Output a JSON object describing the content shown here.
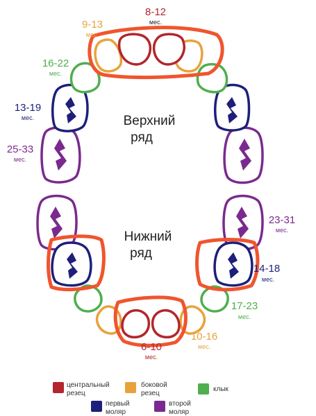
{
  "colors": {
    "central": "#b3262c",
    "lateral": "#e8a23c",
    "canine": "#4fae4e",
    "first_molar": "#1d1f7a",
    "second_molar": "#7a2a8e",
    "highlight": "#f0552e",
    "text_dark": "#222222",
    "crown_fill": "#ffffff"
  },
  "titles": {
    "upper_line1": "Верхний",
    "upper_line2": "ряд",
    "lower_line1": "Нижний",
    "lower_line2": "ряд"
  },
  "unit": "мес.",
  "age_labels": {
    "upper_central": "8-12",
    "upper_lateral": "9-13",
    "upper_canine": "16-22",
    "upper_first_molar": "13-19",
    "upper_second_molar": "25-33",
    "lower_second_molar": "23-31",
    "lower_first_molar": "14-18",
    "lower_canine": "17-23",
    "lower_lateral": "10-16",
    "lower_central": "6-10"
  },
  "legend": {
    "central_line1": "центральный",
    "central_line2": "резец",
    "lateral_line1": "боковой",
    "lateral_line2": "резец",
    "canine_line1": "клык",
    "first_molar_line1": "первый",
    "first_molar_line2": "моляр",
    "second_molar_line1": "второй",
    "second_molar_line2": "моляр"
  }
}
